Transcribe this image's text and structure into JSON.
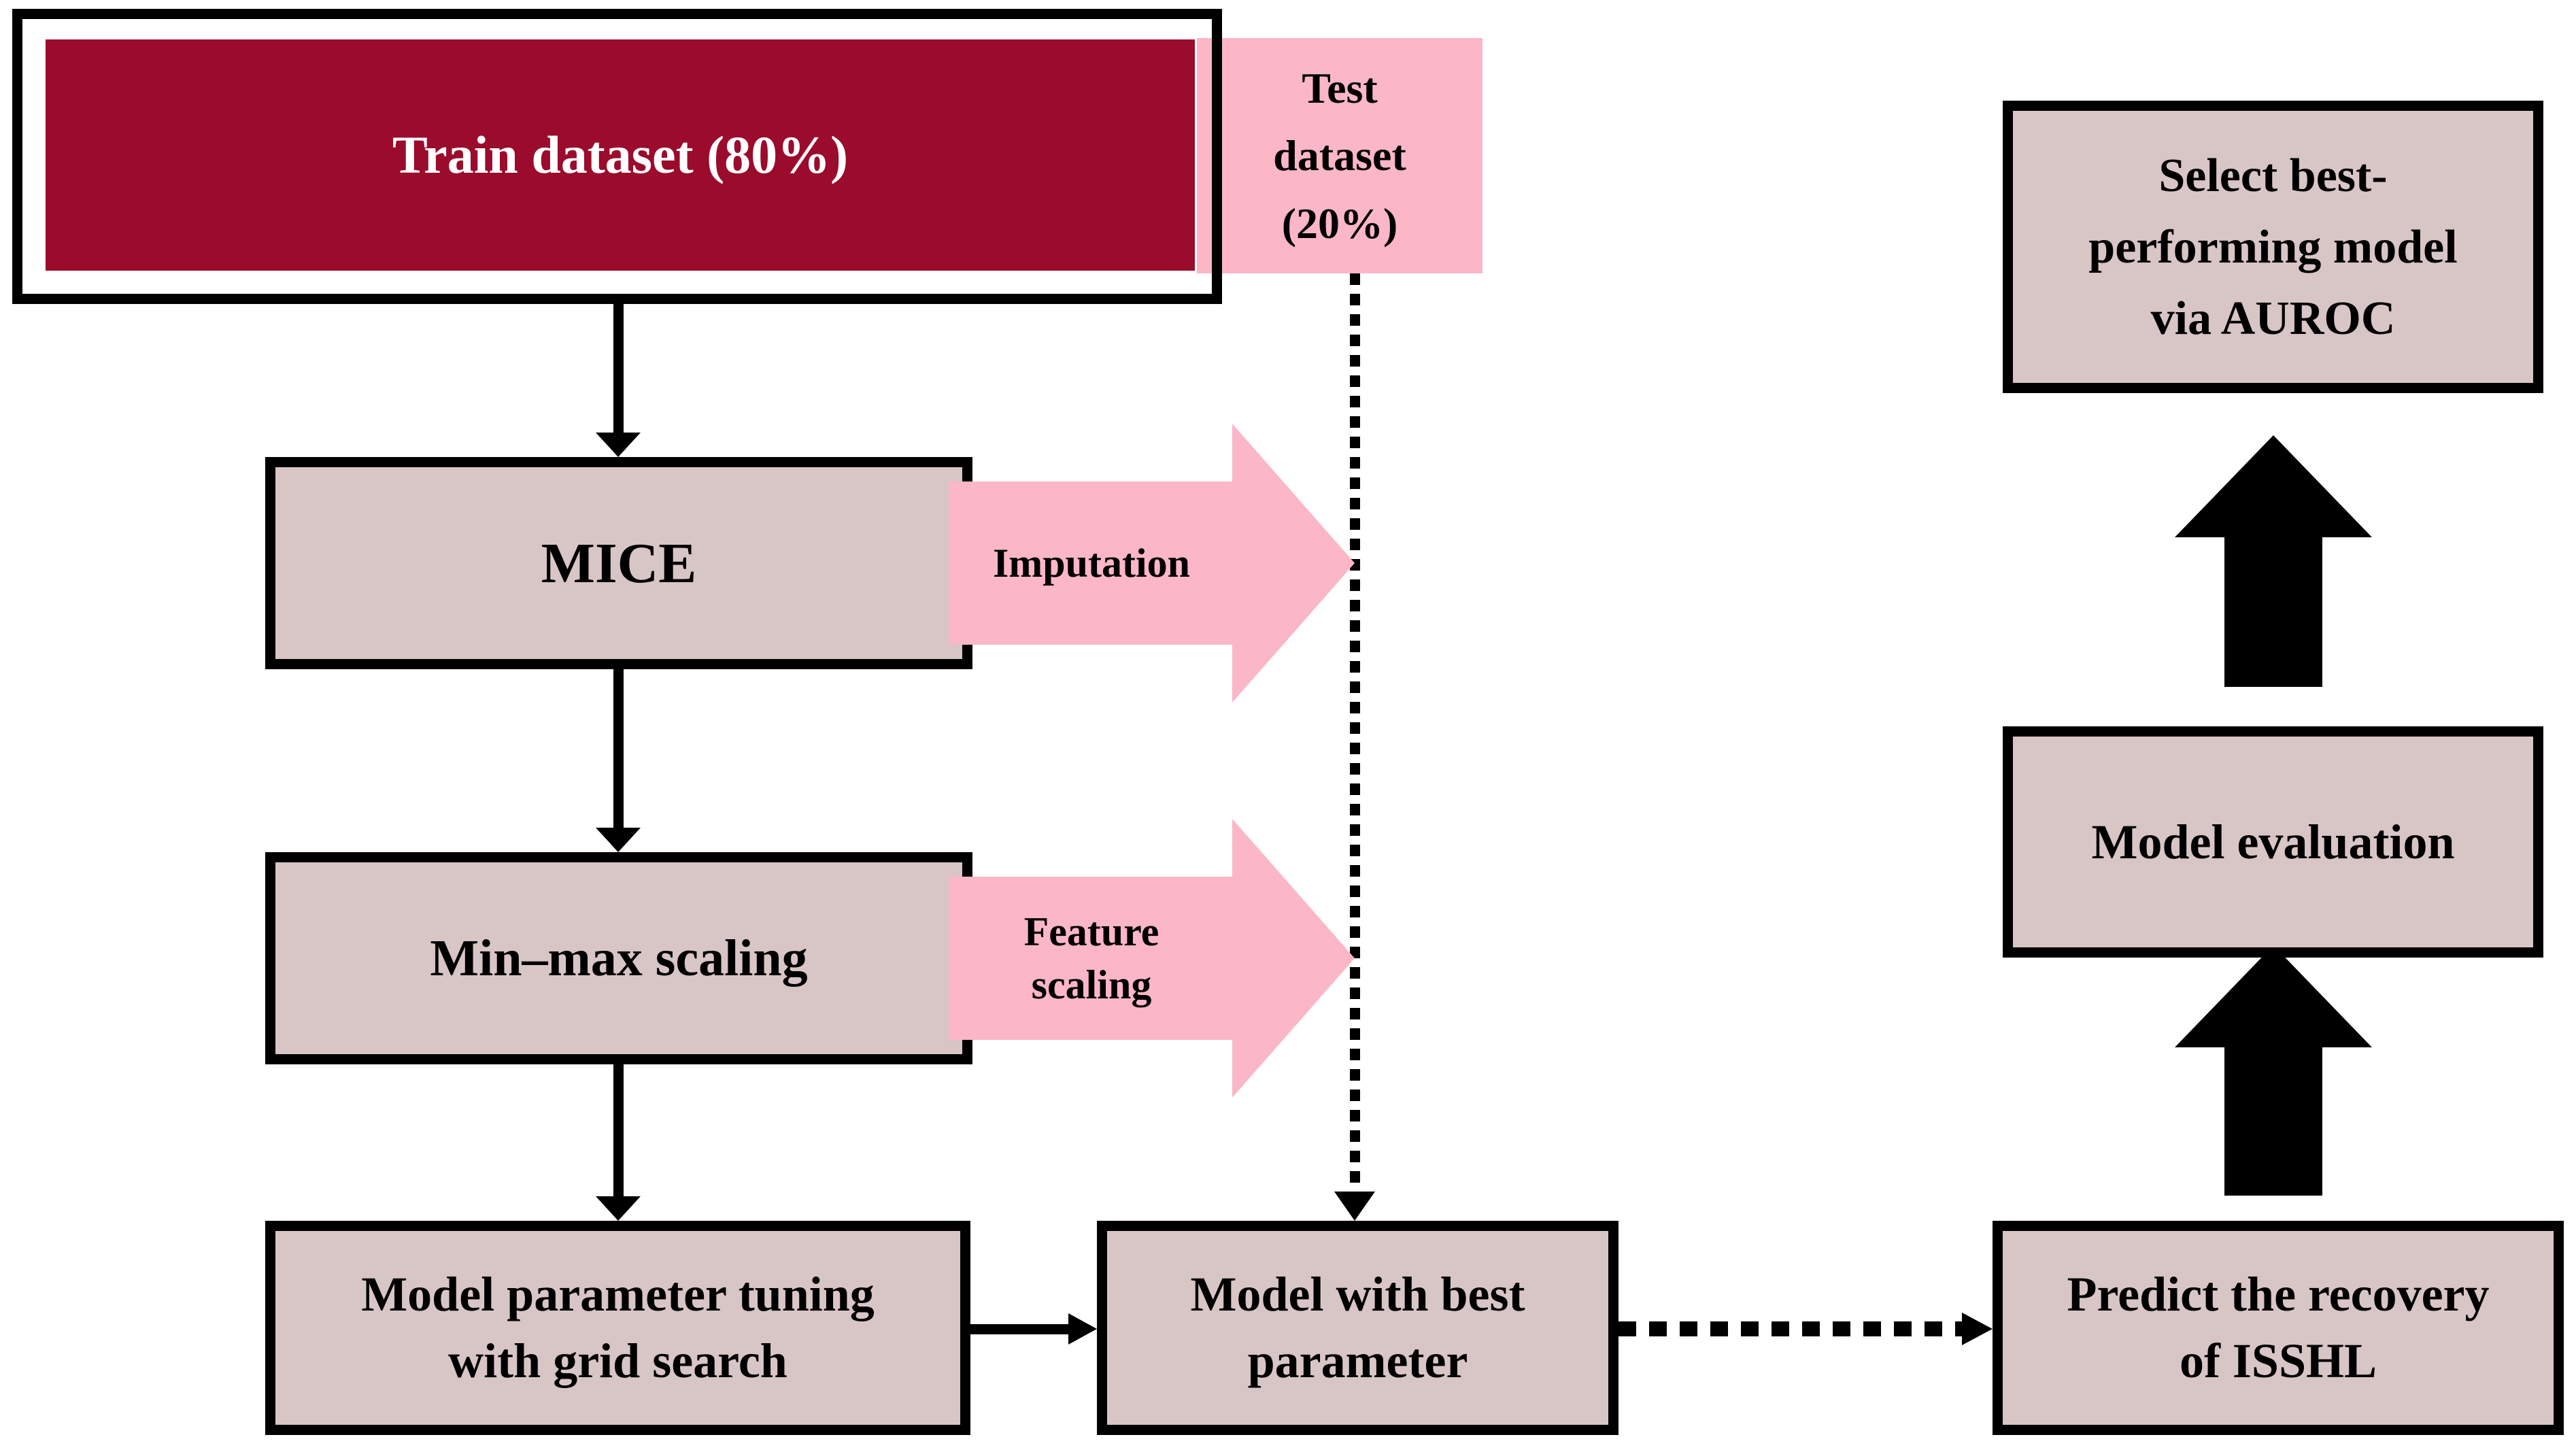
{
  "colors": {
    "dark_red": "#9B0B2C",
    "pink": "#FBB6C7",
    "mauve_box": "#D8C5C5",
    "border_black": "#000000",
    "background": "#FFFFFF"
  },
  "nodes": {
    "train": {
      "label": "Train dataset (80%)"
    },
    "test": {
      "lines": [
        "Test",
        "dataset",
        "(20%)"
      ]
    },
    "mice": {
      "label": "MICE"
    },
    "minmax": {
      "label": "Min–max scaling"
    },
    "tuning": {
      "lines": [
        "Model parameter tuning",
        "with grid search"
      ]
    },
    "best_model": {
      "lines": [
        "Model with best",
        "parameter"
      ]
    },
    "predict": {
      "lines": [
        "Predict the recovery",
        "of ISSHL"
      ]
    },
    "evaluation": {
      "label": "Model evaluation"
    },
    "select_best": {
      "lines": [
        "Select best-",
        "performing model",
        "via AUROC"
      ]
    }
  },
  "flow_labels": {
    "imputation": {
      "label": "Imputation"
    },
    "feature_scaling": {
      "lines": [
        "Feature",
        "scaling"
      ]
    }
  }
}
